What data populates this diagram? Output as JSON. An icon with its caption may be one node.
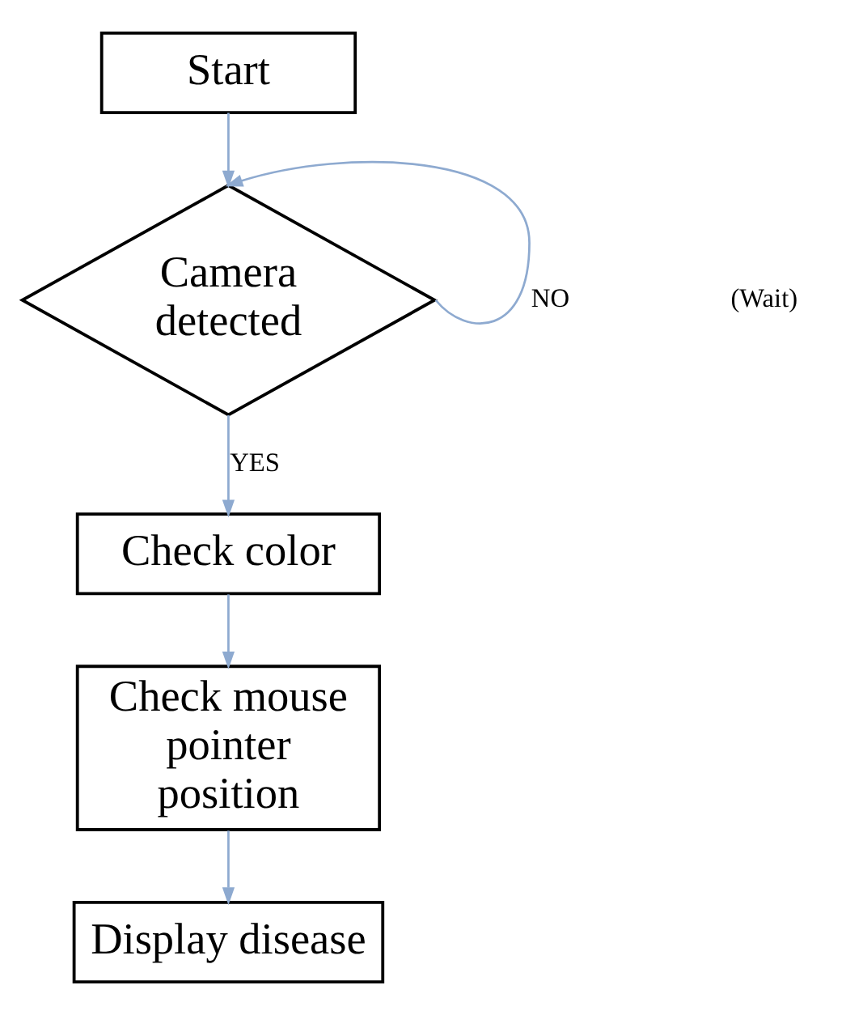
{
  "diagram": {
    "nodes": [
      {
        "text": [
          "Start"
        ]
      },
      {
        "text": [
          "Camera detected"
        ]
      },
      {
        "text": [
          "Check color"
        ]
      },
      {
        "text": [
          "Check mouse pointer position"
        ]
      },
      {
        "text": [
          "Display disease"
        ]
      }
    ],
    "edges": [
      {
        "from": 0,
        "to": 1,
        "arrow": "to"
      },
      {
        "from": 1,
        "to": 1,
        "arrow": "to",
        "label": "NO"
      },
      {
        "from": 1,
        "to": 2,
        "arrow": "to",
        "label": "YES"
      },
      {
        "from": 2,
        "to": 3,
        "arrow": "to"
      },
      {
        "from": 3,
        "to": 4,
        "arrow": "to"
      }
    ],
    "labels": [
      "(Wait)"
    ]
  }
}
